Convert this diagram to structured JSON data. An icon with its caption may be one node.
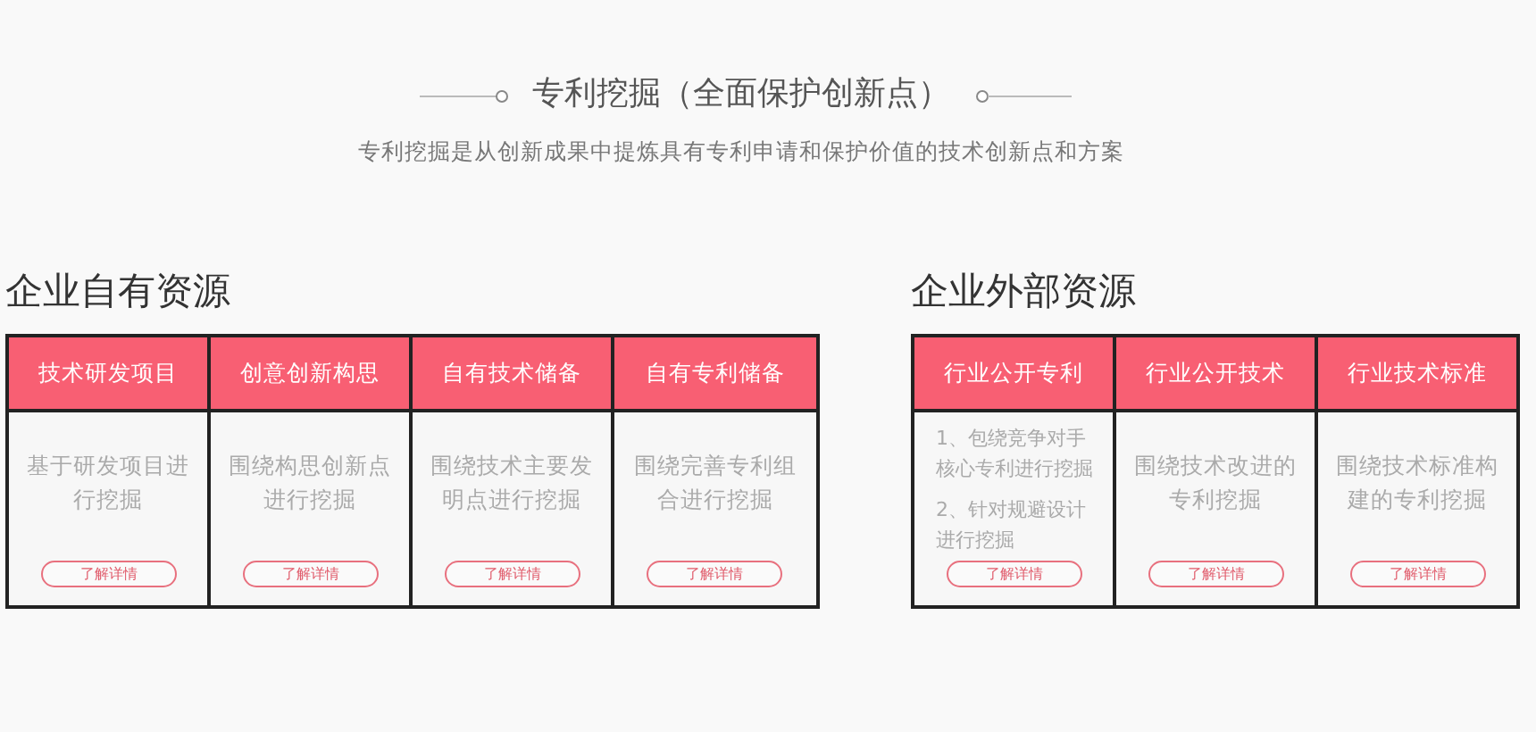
{
  "diagram": {
    "title": "专利挖掘（全面保护创新点）",
    "nodes": [
      {
        "text": [
          "企业自有资源"
        ]
      },
      {
        "text": [
          "技术研发项目",
          "基于研发项目进行挖掘"
        ],
        "in": 0
      },
      {
        "text": [
          "了解详情"
        ],
        "in": 1
      },
      {
        "text": [
          "创意创新构思",
          "围绕构思创新点进行挖掘"
        ],
        "in": 0
      },
      {
        "text": [
          "了解详情"
        ],
        "in": 3
      },
      {
        "text": [
          "自有技术储备",
          "围绕技术主要发明点进行挖掘"
        ],
        "in": 0
      },
      {
        "text": [
          "了解详情"
        ],
        "in": 5
      },
      {
        "text": [
          "自有专利储备",
          "围绕完善专利组合进行挖掘"
        ],
        "in": 0
      },
      {
        "text": [
          "了解详情"
        ],
        "in": 7
      },
      {
        "text": [
          "企业外部资源"
        ]
      },
      {
        "text": [
          "行业公开专利",
          "1、包绕竞争对手核心专利进行挖掘",
          "2、针对规避设计进行挖掘"
        ],
        "in": 9
      },
      {
        "text": [
          "了解详情"
        ],
        "in": 10
      },
      {
        "text": [
          "行业公开技术",
          "围绕技术改进的专利挖掘"
        ],
        "in": 9
      },
      {
        "text": [
          "了解详情"
        ],
        "in": 12
      },
      {
        "text": [
          "行业技术标准",
          "围绕技术标准构建的专利挖掘"
        ],
        "in": 9
      },
      {
        "text": [
          "了解详情"
        ],
        "in": 14
      }
    ],
    "labels": [
      "专利挖掘是从创新成果中提炼具有专利申请和保护价值的技术创新点和方案"
    ]
  }
}
